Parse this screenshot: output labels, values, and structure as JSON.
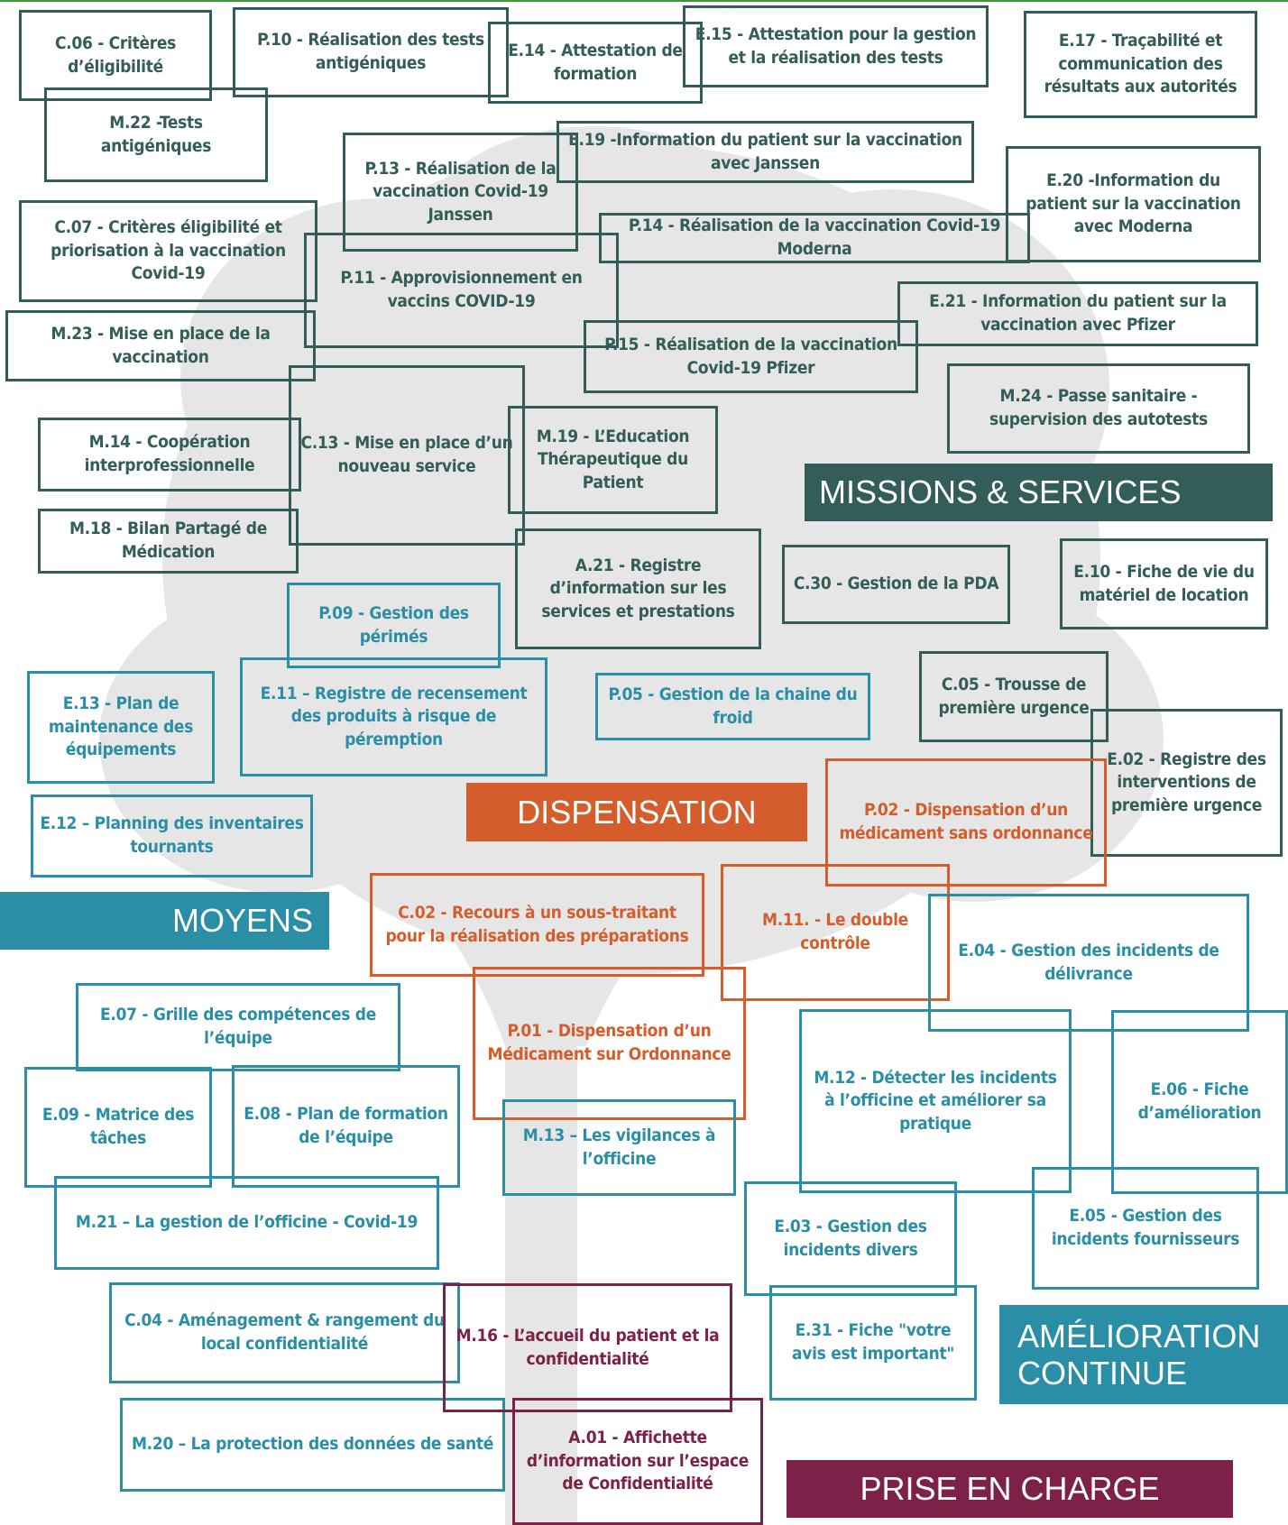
{
  "colors": {
    "missions": "#335d59",
    "moyens": "#2a8fa6",
    "dispensation": "#d55d2c",
    "prise_en_charge": "#7d2149",
    "tree": "#e6e6e6"
  },
  "banners": {
    "missions": "MISSIONS & SERVICES",
    "dispensation": "DISPENSATION",
    "moyens": "MOYENS",
    "amelioration": "AMÉLIORATION CONTINUE",
    "prise_en_charge": "PRISE EN CHARGE"
  },
  "boxes": {
    "c06": "C.06 - Critères d’éligibilité",
    "p10": "P.10 - Réalisation des tests antigéniques",
    "e14": "E.14 - Attestation de formation",
    "e15": "E.15 - Attestation pour la gestion et la réalisation des tests",
    "e17": "E.17 - Traçabilité et communication des résultats aux autorités",
    "m22": "M.22 -Tests antigéniques",
    "e19": "E.19 -Information du patient sur la vaccination avec Janssen",
    "p13": "P.13 - Réalisation de la vaccination Covid-19 Janssen",
    "e20": "E.20 -Information du patient sur la vaccination avec Moderna",
    "c07": "C.07 - Critères éligibilité et priorisation à la vaccination Covid-19",
    "p14": "P.14 - Réalisation de la vaccination Covid-19 Moderna",
    "p11": "P.11 - Approvisionnement en vaccins COVID-19",
    "e21": "E.21 - Information du patient sur la vaccination avec Pfizer",
    "m23": "M.23 - Mise en place de la vaccination",
    "p15": "P.15 - Réalisation de la vaccination Covid-19 Pfizer",
    "m24": "M.24 - Passe sanitaire - supervision des autotests",
    "m14": "M.14 - Coopération interprofessionnelle",
    "c13": "C.13 - Mise en place d’un nouveau service",
    "m19": "M.19 - L’Education Thérapeutique du Patient",
    "m18": "M.18 - Bilan Partagé de Médication",
    "a21": "A.21 - Registre d’information sur les services et prestations",
    "c30": "C.30 - Gestion de la PDA",
    "e10": "E.10 - Fiche de vie du matériel de location",
    "p09": "P.09 - Gestion des périmés",
    "e13": "E.13 - Plan de maintenance des équipements",
    "e11": "E.11 – Registre de recensement des produits à risque de péremption",
    "p05": "P.05 - Gestion de la chaine du froid",
    "c05": "C.05 - Trousse de première urgence",
    "e02": "E.02 - Registre des interventions de première urgence",
    "p02": "P.02 - Dispensation d’un médicament sans ordonnance",
    "e12": "E.12 – Planning des inventaires tournants",
    "c02": "C.02 - Recours à un sous-traitant pour la réalisation des préparations",
    "m11": "M.11. - Le double contrôle",
    "e04": "E.04 - Gestion des incidents de délivrance",
    "e07": "E.07 - Grille des compétences de l’équipe",
    "p01": "P.01 - Dispensation d’un Médicament sur Ordonnance",
    "m12": "M.12 - Détecter les incidents à l’officine et améliorer sa pratique",
    "e06": "E.06 - Fiche d’amélioration",
    "e09": "E.09 - Matrice des tâches",
    "e08": "E.08 - Plan de formation de l’équipe",
    "m13": "M.13 – Les vigilances à l’officine",
    "m21": "M.21 – La gestion de l’officine - Covid-19",
    "e03": "E.03 - Gestion des incidents divers",
    "e05": "E.05 - Gestion des incidents fournisseurs",
    "c04": "C.04 - Aménagement & rangement du local confidentialité",
    "m16": "M.16 - L’accueil du patient et la confidentialité",
    "e31": "E.31 - Fiche \"votre avis est important\"",
    "m20": "M.20 – La protection des données de santé",
    "a01": "A.01 - Affichette d’information sur l’espace de Confidentialité"
  }
}
